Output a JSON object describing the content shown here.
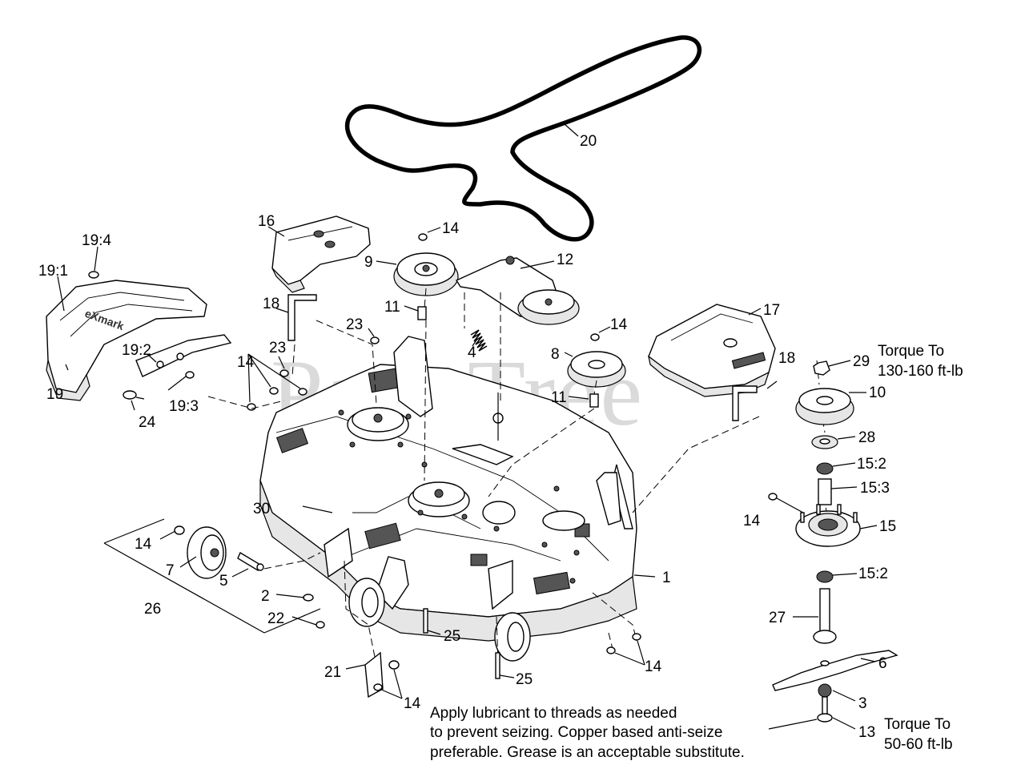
{
  "watermark": "PartsTree",
  "callouts": {
    "c1": "1",
    "c2": "2",
    "c3": "3",
    "c4": "4",
    "c5": "5",
    "c6": "6",
    "c7": "7",
    "c8": "8",
    "c9": "9",
    "c10": "10",
    "c11a": "11",
    "c11b": "11",
    "c12": "12",
    "c13": "13",
    "c14a": "14",
    "c14b": "14",
    "c14c": "14",
    "c14d": "14",
    "c14e": "14",
    "c14f": "14",
    "c14g": "14",
    "c15": "15",
    "c15_2a": "15:2",
    "c15_2b": "15:2",
    "c15_3": "15:3",
    "c16": "16",
    "c17": "17",
    "c18a": "18",
    "c18b": "18",
    "c19": "19",
    "c19_1": "19:1",
    "c19_2": "19:2",
    "c19_3": "19:3",
    "c19_4": "19:4",
    "c20": "20",
    "c21": "21",
    "c22": "22",
    "c23a": "23",
    "c23b": "23",
    "c24": "24",
    "c25a": "25",
    "c25b": "25",
    "c26": "26",
    "c27": "27",
    "c28": "28",
    "c29": "29",
    "c30": "30"
  },
  "torque_top": {
    "line1": "Torque To",
    "line2": "130-160 ft-lb"
  },
  "torque_bottom": {
    "line1": "Torque To",
    "line2": "50-60 ft-lb"
  },
  "lubricant_note": {
    "line1": "Apply lubricant to threads as needed",
    "line2": "to prevent seizing. Copper based anti-seize",
    "line3": "preferable. Grease is an acceptable substitute."
  }
}
